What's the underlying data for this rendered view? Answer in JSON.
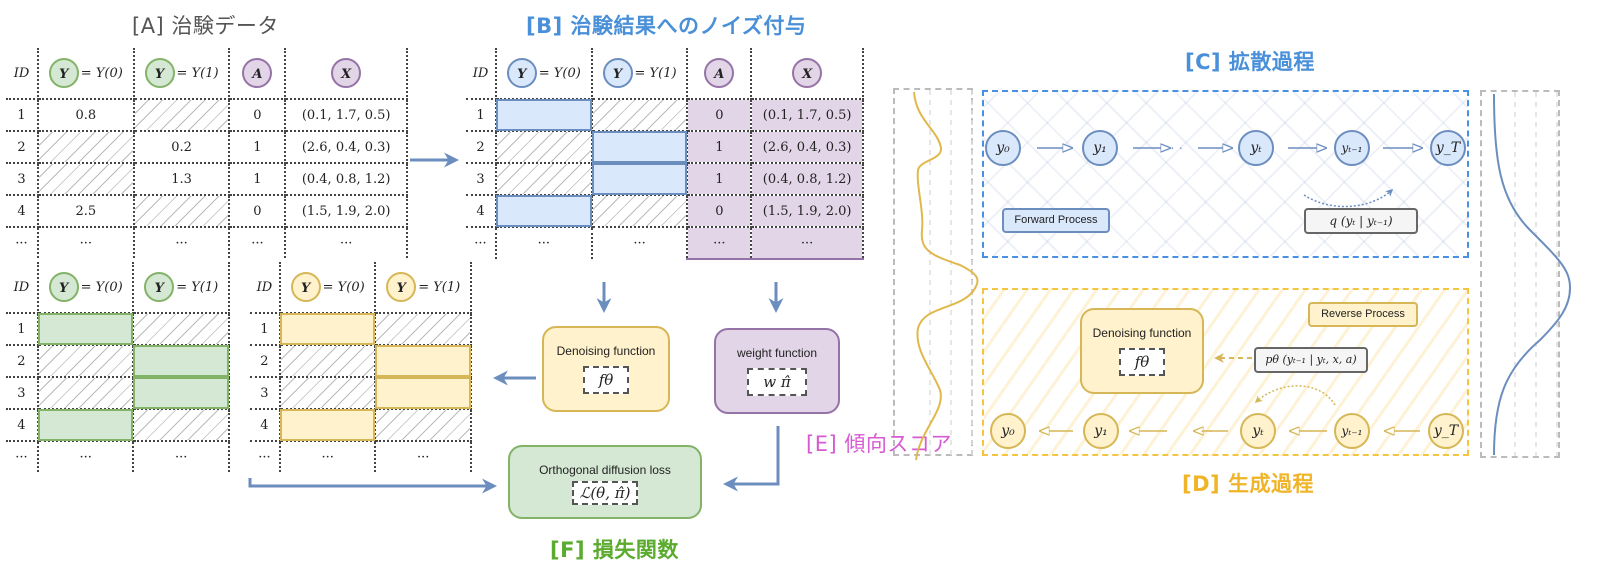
{
  "titles": {
    "a": "[A] 治験データ",
    "b": "[B] 治験結果へのノイズ付与",
    "c": "[C] 拡散過程",
    "d": "[D] 生成過程",
    "e": "[E] 傾向スコア",
    "f": "[F] 損失関数"
  },
  "colors": {
    "blue": "#4a90d9",
    "green": "#82b366",
    "yellow": "#d6b656",
    "purple": "#9673a6",
    "magenta": "#d65ad1",
    "arrow": "#6c8ebf"
  },
  "table_a": {
    "headers": {
      "id": "ID",
      "y_symbol": "Y",
      "y0_eq": "= Y(0)",
      "y1_eq": "= Y(1)",
      "a": "A",
      "x": "X"
    },
    "rows": [
      {
        "id": "1",
        "y0": "0.8",
        "y1": "",
        "a": "0",
        "x": "(0.1, 1.7, 0.5)"
      },
      {
        "id": "2",
        "y0": "",
        "y1": "0.2",
        "a": "1",
        "x": "(2.6, 0.4, 0.3)"
      },
      {
        "id": "3",
        "y0": "",
        "y1": "1.3",
        "a": "1",
        "x": "(0.4, 0.8, 1.2)"
      },
      {
        "id": "4",
        "y0": "2.5",
        "y1": "",
        "a": "0",
        "x": "(1.5, 1.9, 2.0)"
      },
      {
        "id": "···",
        "y0": "···",
        "y1": "···",
        "a": "···",
        "x": "···"
      }
    ]
  },
  "table_b": {
    "headers": {
      "id": "ID",
      "y_symbol": "Y",
      "y0_eq": "= Y(0)",
      "y1_eq": "= Y(1)",
      "a": "A",
      "x": "X"
    },
    "rows": [
      {
        "id": "1",
        "a": "0",
        "x": "(0.1, 1.7, 0.5)"
      },
      {
        "id": "2",
        "a": "1",
        "x": "(2.6, 0.4, 0.3)"
      },
      {
        "id": "3",
        "a": "1",
        "x": "(0.4, 0.8, 1.2)"
      },
      {
        "id": "4",
        "a": "0",
        "x": "(1.5, 1.9, 2.0)"
      },
      {
        "id": "···",
        "a": "···",
        "x": "···"
      }
    ]
  },
  "table_green": {
    "headers": {
      "id": "ID",
      "y_symbol": "Y",
      "y0_eq": "= Y(0)",
      "y1_eq": "= Y(1)"
    },
    "rows": [
      "1",
      "2",
      "3",
      "4",
      "···"
    ],
    "dots": "···"
  },
  "table_yellow": {
    "headers": {
      "id": "ID",
      "y_symbol": "Y",
      "y0_eq": "= Y(0)",
      "y1_eq": "= Y(1)"
    },
    "rows": [
      "1",
      "2",
      "3",
      "4",
      "···"
    ],
    "dots": "···"
  },
  "boxes": {
    "denoising": {
      "label": "Denoising function",
      "formula": "fθ"
    },
    "weight": {
      "label": "weight function",
      "formula": "w π̂"
    },
    "loss": {
      "label": "Orthogonal diffusion loss",
      "formula": "ℒ(θ, π̂)"
    }
  },
  "diffusion": {
    "forward_nodes": [
      "y₀",
      "y₁",
      "yₜ",
      "yₜ₋₁",
      "y_T"
    ],
    "forward_label": "Forward Process",
    "forward_formula": "q (yₜ | yₜ₋₁)",
    "reverse_nodes": [
      "y₀",
      "y₁",
      "yₜ",
      "yₜ₋₁",
      "y_T"
    ],
    "reverse_label": "Reverse Process",
    "reverse_box_label": "Denoising function",
    "reverse_box_formula": "fθ",
    "reverse_formula": "pθ (yₜ₋₁ | yₜ, x, a)",
    "ellipsis": "· ·"
  }
}
